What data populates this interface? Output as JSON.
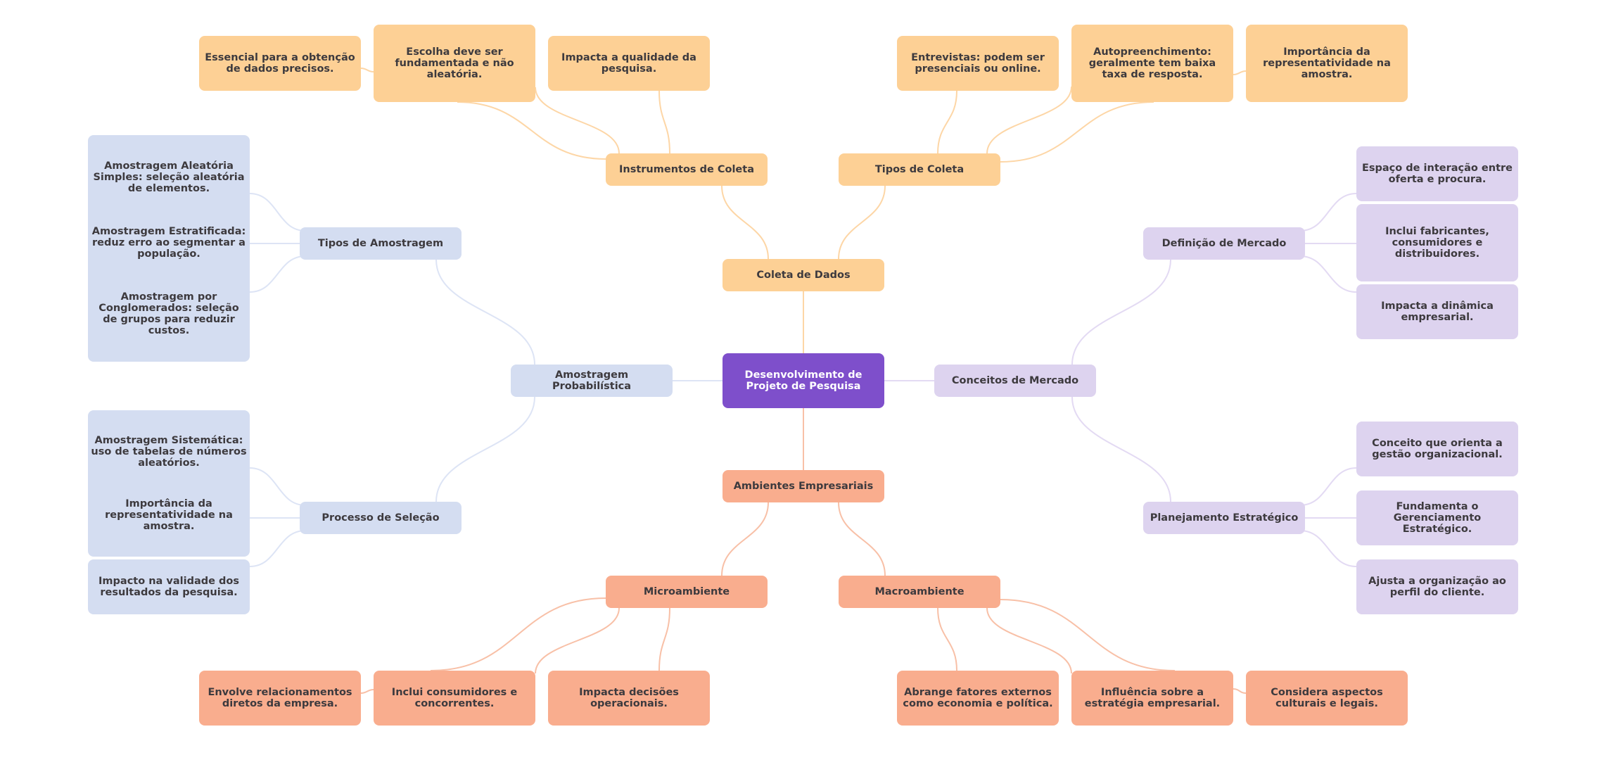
{
  "mindmap": {
    "root": "Desenvolvimento de Projeto de Pesquisa",
    "colors": {
      "root": "#7e4fcb",
      "coleta": "#fdd095",
      "amostragem": "#d4ddf1",
      "mercado": "#ddd3ef",
      "ambientes": "#f9ad8e",
      "edge_coleta": "#fdd6a6",
      "edge_amostragem": "#dde4f5",
      "edge_mercado": "#e3daf3",
      "edge_ambientes": "#f8c0a7"
    },
    "branches": {
      "coleta": {
        "label": "Coleta de Dados",
        "instrumentos": {
          "label": "Instrumentos de Coleta",
          "leaves": [
            "Essencial para a obtenção de dados precisos.",
            "Escolha deve ser fundamentada e não aleatória.",
            "Impacta a qualidade da pesquisa."
          ]
        },
        "tipos": {
          "label": "Tipos de Coleta",
          "leaves": [
            "Entrevistas: podem ser presenciais ou online.",
            "Autopreenchimento: geralmente tem baixa taxa de resposta.",
            "Importância da representatividade na amostra."
          ]
        }
      },
      "amostragem": {
        "label": "Amostragem Probabilística",
        "tipos": {
          "label": "Tipos de Amostragem",
          "leaves": [
            "Amostragem Aleatória Simples: seleção aleatória de elementos.",
            "Amostragem Estratificada: reduz erro ao segmentar a população.",
            "Amostragem por Conglomerados: seleção de grupos para reduzir custos."
          ]
        },
        "processo": {
          "label": "Processo de Seleção",
          "leaves": [
            "Amostragem Sistemática: uso de tabelas de números aleatórios.",
            "Importância da representatividade na amostra.",
            "Impacto na validade dos resultados da pesquisa."
          ]
        }
      },
      "mercado": {
        "label": "Conceitos de Mercado",
        "definicao": {
          "label": "Definição de Mercado",
          "leaves": [
            "Espaço de interação entre oferta e procura.",
            "Inclui fabricantes, consumidores e distribuidores.",
            "Impacta a dinâmica empresarial."
          ]
        },
        "planejamento": {
          "label": "Planejamento Estratégico",
          "leaves": [
            "Conceito que orienta a gestão organizacional.",
            "Fundamenta o Gerenciamento Estratégico.",
            "Ajusta a organização ao perfil do cliente."
          ]
        }
      },
      "ambientes": {
        "label": "Ambientes Empresariais",
        "micro": {
          "label": "Microambiente",
          "leaves": [
            "Envolve relacionamentos diretos da empresa.",
            "Inclui consumidores e concorrentes.",
            "Impacta decisões operacionais."
          ]
        },
        "macro": {
          "label": "Macroambiente",
          "leaves": [
            "Abrange fatores externos como economia e política.",
            "Influência sobre a estratégia empresarial.",
            "Considera aspectos culturais e legais."
          ]
        }
      }
    }
  }
}
